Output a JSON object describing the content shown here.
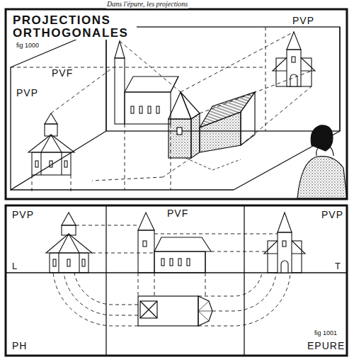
{
  "diagram": {
    "title": "PROJECTIONS ORTHOGONALES",
    "labels": [
      "Dans l'épure, les projections",
      "fig 1000",
      "PVF",
      "PVP",
      "PVP",
      "PVP",
      "PVF",
      "PVP",
      "L",
      "T",
      "PH",
      "fig 1001",
      "EPURE"
    ]
  }
}
